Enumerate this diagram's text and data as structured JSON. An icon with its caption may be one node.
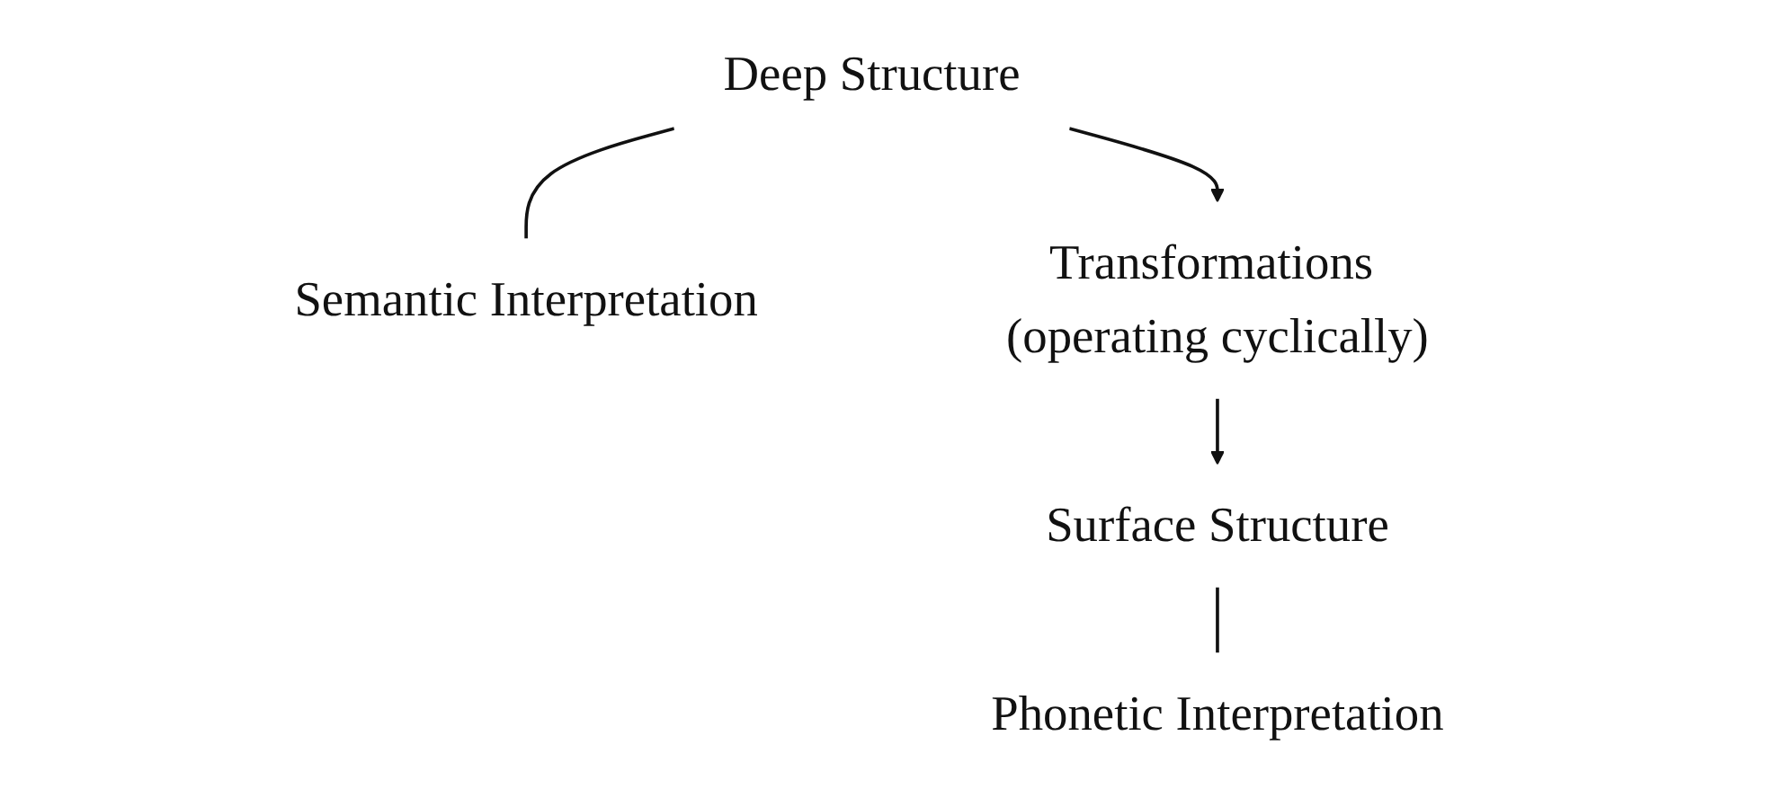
{
  "diagram": {
    "nodes": [
      {
        "text": [
          "Deep Structure"
        ]
      },
      {
        "text": [
          "Semantic Interpretation"
        ]
      },
      {
        "text": [
          "Transformations (operating cyclically)"
        ]
      },
      {
        "text": [
          "Surface Structure"
        ]
      },
      {
        "text": [
          "Phonetic Interpretation"
        ]
      }
    ],
    "edges": [
      {
        "from": 0,
        "to": 1,
        "arrow": "none"
      },
      {
        "from": 0,
        "to": 2,
        "arrow": "to"
      },
      {
        "from": 2,
        "to": 3,
        "arrow": "to"
      },
      {
        "from": 3,
        "to": 4,
        "arrow": "none"
      }
    ]
  }
}
